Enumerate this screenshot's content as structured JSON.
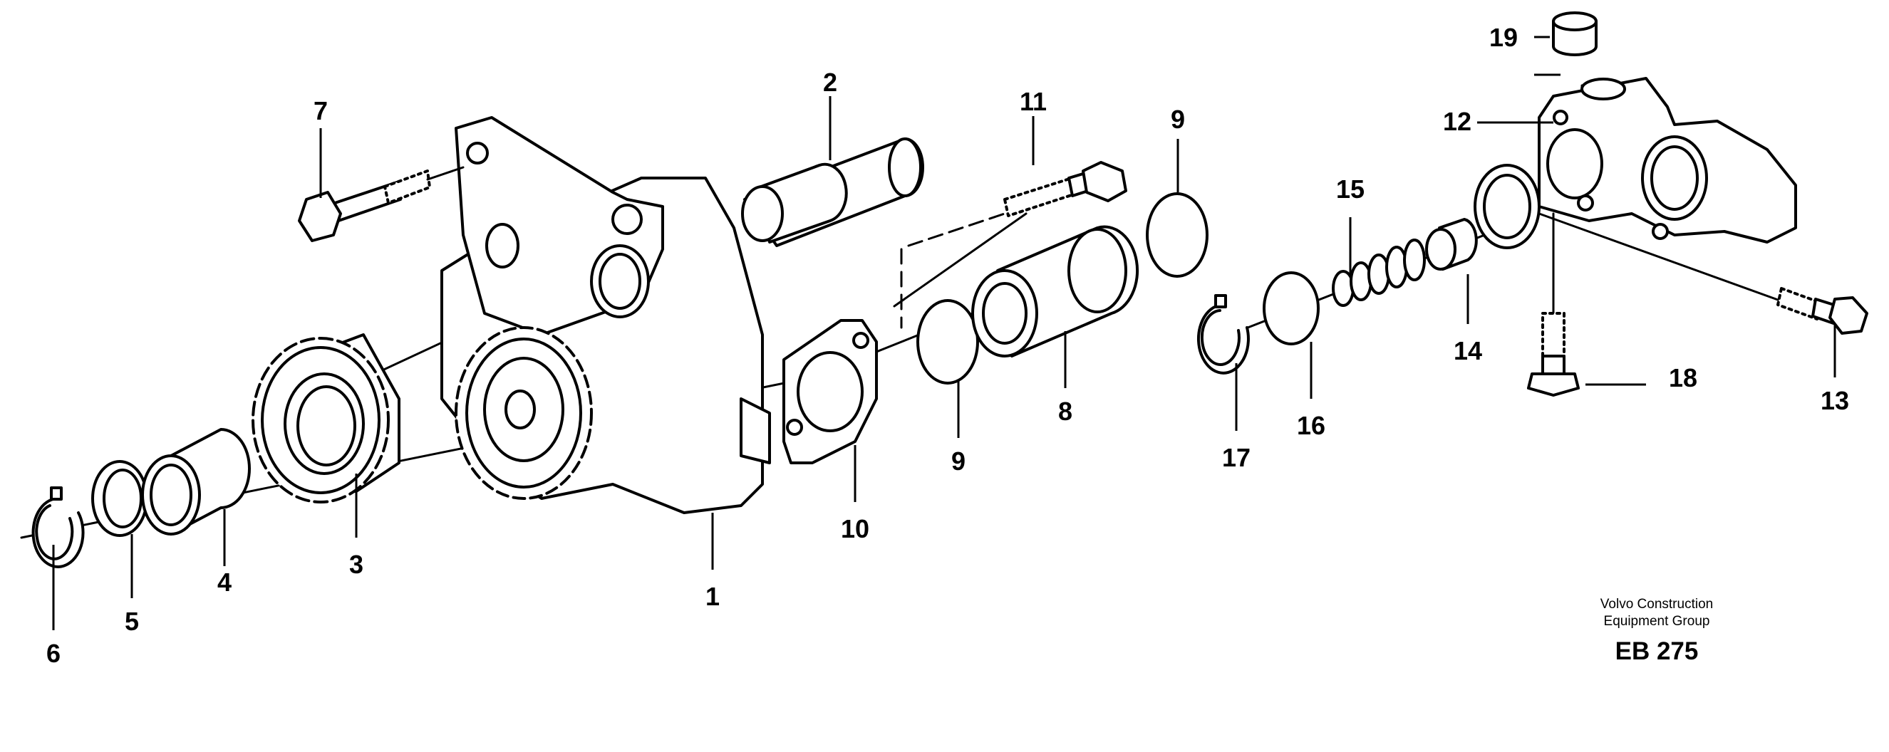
{
  "callouts": [
    "1",
    "2",
    "3",
    "4",
    "5",
    "6",
    "7",
    "8",
    "9",
    "9",
    "10",
    "11",
    "12",
    "13",
    "14",
    "15",
    "16",
    "17",
    "18",
    "19"
  ],
  "footer": {
    "line1": "Volvo Construction",
    "line2": "Equipment Group",
    "code": "EB 275"
  }
}
